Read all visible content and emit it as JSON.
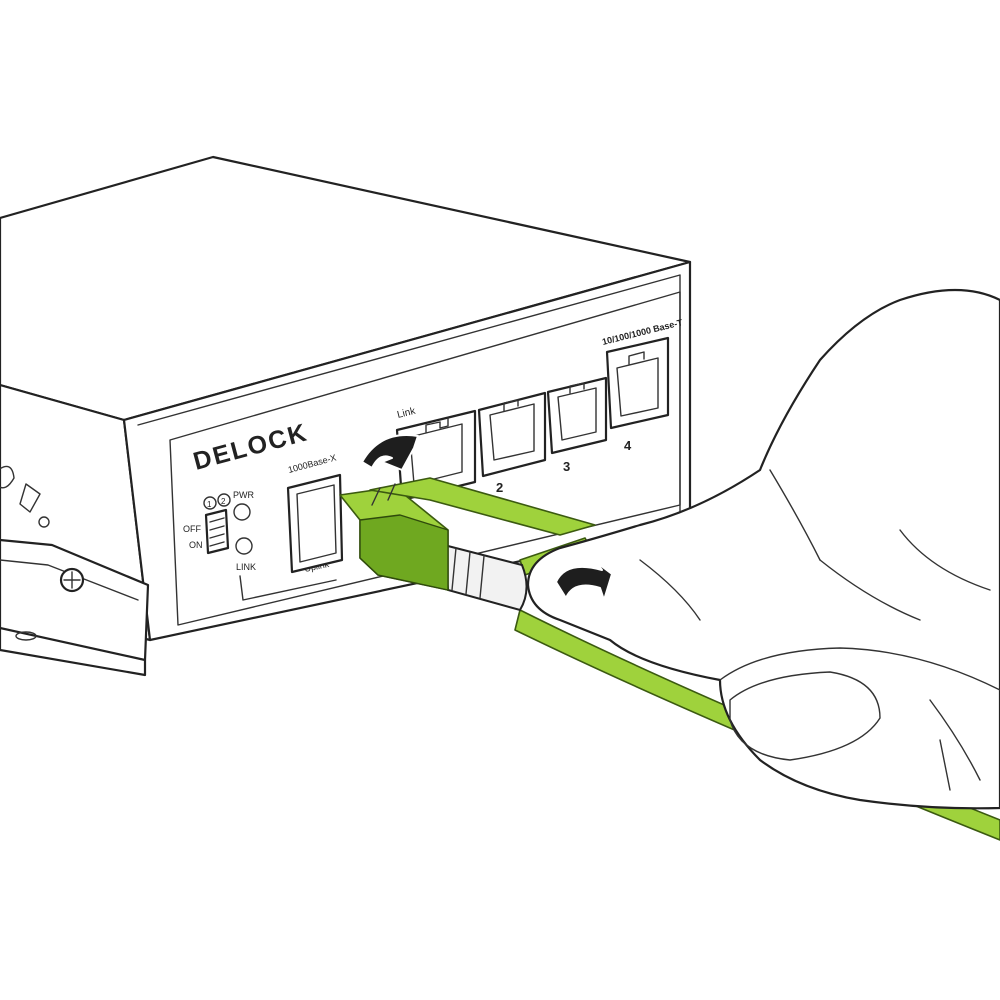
{
  "brand": {
    "logo_text": "DELOCK"
  },
  "front_panel": {
    "ethernet_label": "10/100/1000 Base-T",
    "link_label": "Link",
    "port_numbers": [
      "",
      "2",
      "3",
      "4"
    ],
    "sfp_label": "1000Base-X",
    "uplink_label": "Uplink",
    "switch_off": "OFF",
    "switch_on": "ON",
    "switch_positions": [
      "1",
      "2"
    ],
    "led_pwr": "PWR",
    "led_link": "LINK"
  },
  "colors": {
    "cable_green": "#9fd23c",
    "cable_green_dark": "#6fa820",
    "outline": "#222222",
    "arrow": "#1e1e1e"
  },
  "icons": [
    "curved-arrow-icon",
    "curved-arrow-icon"
  ]
}
